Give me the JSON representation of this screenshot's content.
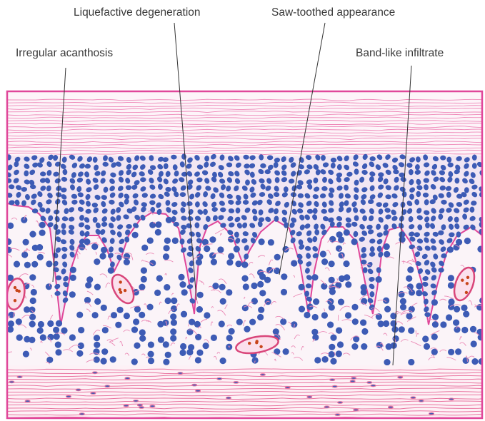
{
  "labels": {
    "irregular_acanthosis": "Irregular acanthosis",
    "liquefactive_degeneration": "Liquefactive degeneration",
    "saw_toothed_appearance": "Saw-toothed appearance",
    "band_like_infiltrate": "Band-like infiltrate"
  },
  "colors": {
    "border": "#e0479a",
    "keratin_fiber": "#ee88b8",
    "basal_nucleus": "#3d5bb5",
    "epidermis_bg": "#f3e8f4",
    "dermis_bg": "#fbf4f8",
    "fiber": "#eb8ab6",
    "vessel": "#d9467a",
    "rbc": "#c8441a",
    "leader_line": "#333333"
  }
}
